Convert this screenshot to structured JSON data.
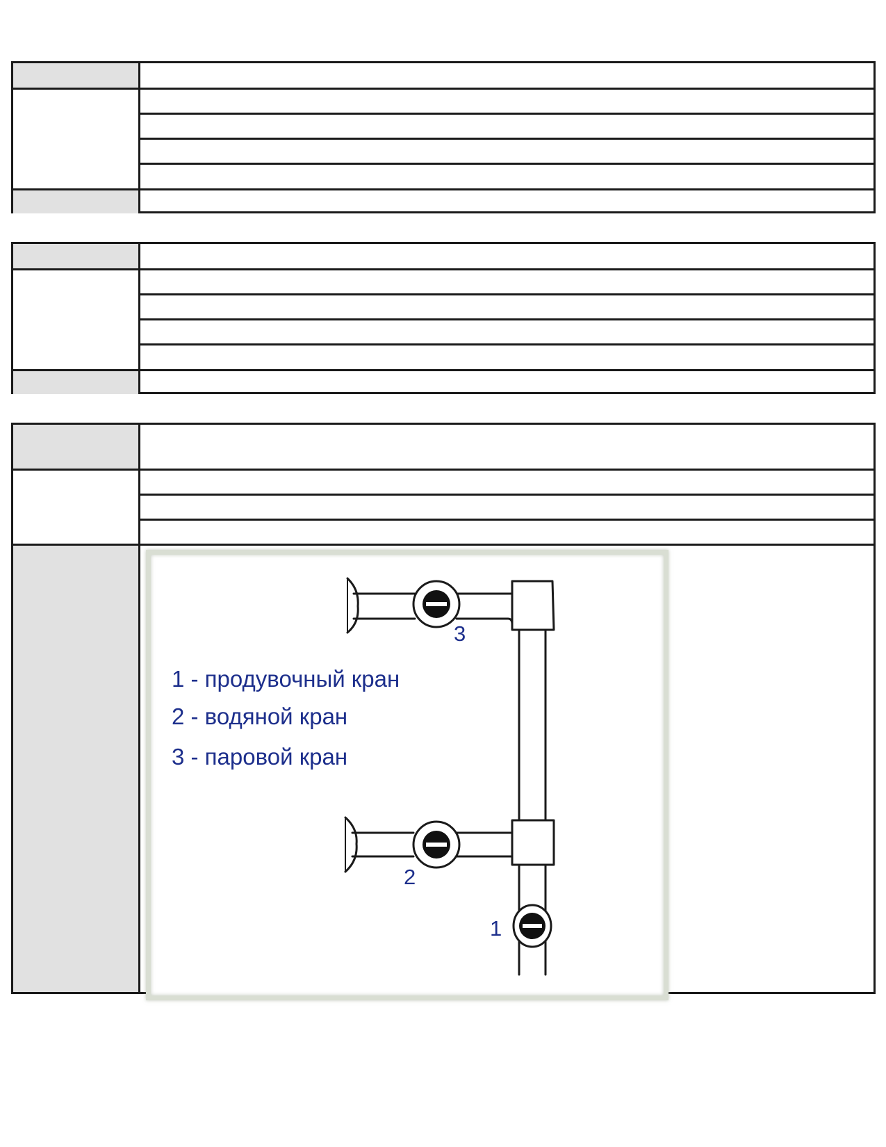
{
  "diagram": {
    "legend": [
      "1 - продувочный кран",
      "2 - водяной кран",
      "3 - паровой кран"
    ],
    "valve_numbers": {
      "blowdown": "1",
      "water": "2",
      "steam": "3"
    },
    "colors": {
      "legend_text": "#1d2f8c",
      "pipe_outline": "#1a1a1a",
      "frame": "#d9ded3"
    }
  },
  "table_colors": {
    "grey_cell": "#e1e1e1",
    "border": "#1a1a1a"
  }
}
